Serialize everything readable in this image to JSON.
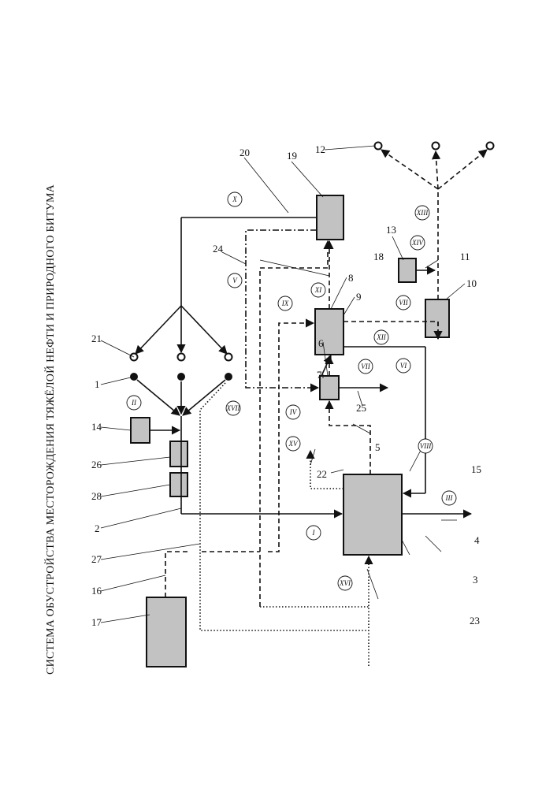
{
  "title": "СИСТЕМА ОБУСТРОЙСТВА МЕСТОРОЖДЕНИЯ ТЯЖЁЛОЙ НЕФТИ И ПРИРОДНОГО БИТУМА",
  "numbers": [
    "1",
    "2",
    "3",
    "4",
    "5",
    "6",
    "7",
    "8",
    "9",
    "10",
    "11",
    "12",
    "13",
    "14",
    "15",
    "16",
    "17",
    "18",
    "19",
    "20",
    "21",
    "22",
    "23",
    "24",
    "25",
    "26",
    "27",
    "28"
  ],
  "romans": [
    "I",
    "II",
    "III",
    "IV",
    "V",
    "VI",
    "VII",
    "VII",
    "VIII",
    "IX",
    "X",
    "XI",
    "XII",
    "XIII",
    "XIV",
    "XV",
    "XVI",
    "XVII"
  ]
}
